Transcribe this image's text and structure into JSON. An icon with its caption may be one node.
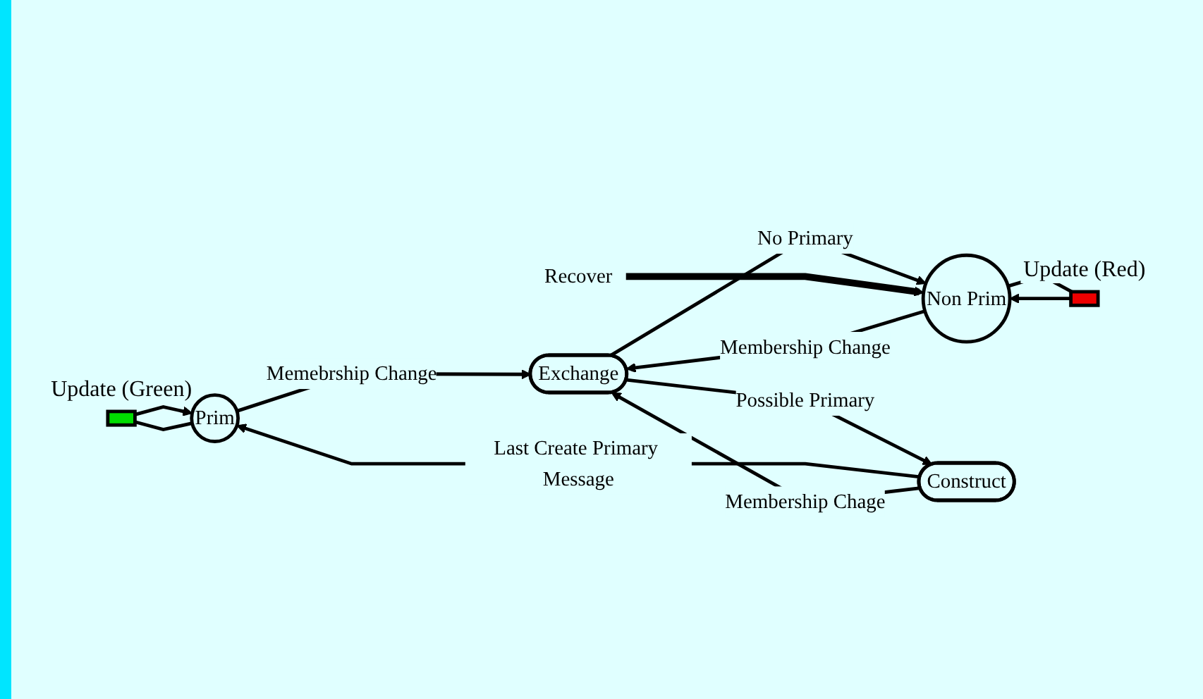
{
  "diagram": {
    "nodes": [
      {
        "text": [],
        "shape": "box",
        "beside": [
          "Update  (Green)"
        ]
      },
      {
        "text": [],
        "shape": "box",
        "beside": [
          "Update  (Red)"
        ]
      },
      {
        "text": [
          "Prim"
        ]
      },
      {
        "text": [
          "Exchange"
        ]
      },
      {
        "text": [
          "Non Prim"
        ]
      },
      {
        "text": [
          "Construct"
        ]
      },
      {
        "text": [
          "Recover"
        ]
      }
    ],
    "edges": [
      {
        "from": 2,
        "to": 0,
        "arrow": "none"
      },
      {
        "from": 0,
        "to": 2,
        "arrow": "to"
      },
      {
        "from": 4,
        "to": 1,
        "arrow": "none"
      },
      {
        "from": 1,
        "to": 4,
        "arrow": "to"
      },
      {
        "from": 2,
        "to": 3,
        "label": "Memebrship Change",
        "arrow": "to"
      },
      {
        "from": 4,
        "to": 3,
        "label": "Membership Change",
        "arrow": "to"
      },
      {
        "from": 3,
        "to": 4,
        "label": "No Primary",
        "arrow": "to"
      },
      {
        "from": 5,
        "to": 2,
        "label": "Last Create Primary Message",
        "arrow": "to"
      },
      {
        "from": 5,
        "to": 3,
        "label": "Membership Chage",
        "arrow": "to"
      },
      {
        "from": 3,
        "to": 5,
        "label": "Possible Primary",
        "arrow": "to"
      },
      {
        "from": 6,
        "to": 4,
        "arrow": "to",
        "style": "thick"
      }
    ]
  }
}
